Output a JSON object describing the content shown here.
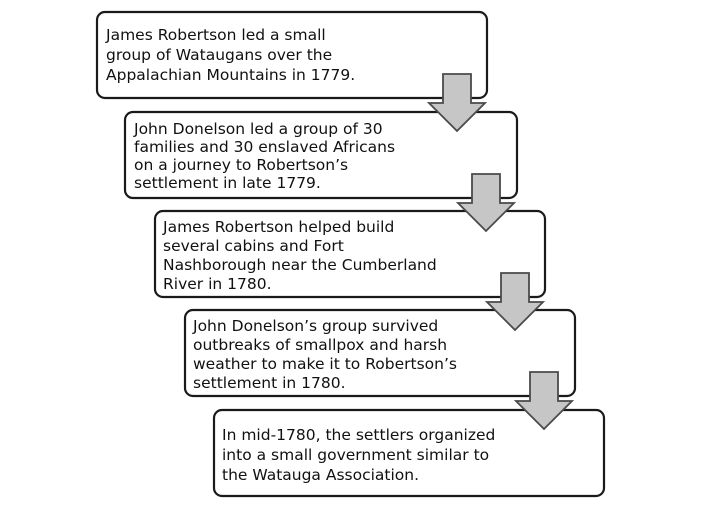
{
  "flowchart": {
    "steps": [
      {
        "lines": [
          "James Robertson led a small",
          "group of Wataugans over the",
          "Appalachian Mountains in 1779."
        ]
      },
      {
        "lines": [
          "John Donelson led a group of 30",
          "families and 30 enslaved Africans",
          "on a journey to Robertson’s",
          "settlement in late 1779."
        ]
      },
      {
        "lines": [
          "James Robertson helped build",
          "several cabins and Fort",
          "Nashborough near the Cumberland",
          "River in 1780."
        ]
      },
      {
        "lines": [
          "John Donelson’s group survived",
          "outbreaks of smallpox and harsh",
          "weather to make it to Robertson’s",
          "settlement in 1780."
        ]
      },
      {
        "lines": [
          "In mid-1780, the settlers organized",
          "into a small government similar to",
          "the Watauga Association."
        ]
      }
    ]
  }
}
